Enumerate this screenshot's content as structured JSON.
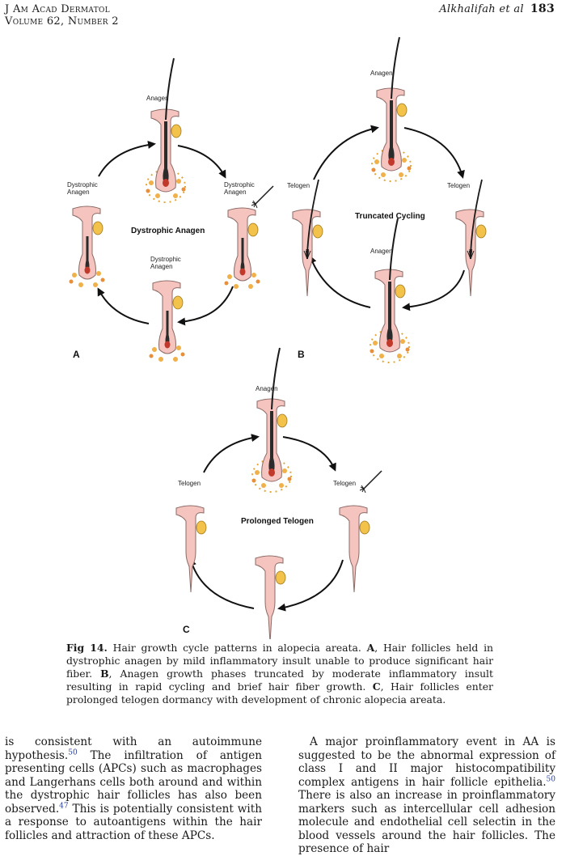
{
  "header": {
    "journal_line1": "J Am Acad Dermatol",
    "journal_line2": "Volume 62, Number 2",
    "authors": "Alkhalifah et al",
    "page": "183"
  },
  "figure": {
    "panel_a": {
      "letter": "A",
      "title": "Dystrophic Anagen",
      "labels": {
        "top": "Anagen",
        "right_1": "Dystrophic",
        "right_2": "Anagen",
        "left_1": "Dystrophic",
        "left_2": "Anagen",
        "bottom_1": "Dystrophic",
        "bottom_2": "Anagen"
      }
    },
    "panel_b": {
      "letter": "B",
      "title": "Truncated Cycling",
      "labels": {
        "top": "Anagen",
        "right": "Telogen",
        "left": "Telogen",
        "bottom": "Anagen"
      }
    },
    "panel_c": {
      "letter": "C",
      "title": "Prolonged Telogen",
      "labels": {
        "top": "Anagen",
        "right": "Telogen",
        "left": "Telogen"
      }
    }
  },
  "caption": {
    "label": "Fig 14.",
    "intro": " Hair growth cycle patterns in alopecia areata. ",
    "a_letter": "A",
    "a_text": ", Hair follicles held in dystrophic anagen by mild inflammatory insult unable to produce significant hair fiber. ",
    "b_letter": "B",
    "b_text": ", Anagen growth phases truncated by moderate inflammatory insult resulting in rapid cycling and brief hair fiber growth. ",
    "c_letter": "C",
    "c_text": ", Hair follicles enter prolonged telogen dormancy with development of chronic alopecia areata."
  },
  "body": {
    "left_p1": "is consistent with an autoimmune hypothesis.",
    "left_ref1": "50",
    "left_p2": " The infiltration of antigen presenting cells (APCs) such as macrophages and Langerhans cells both around and within the dystrophic hair follicles has also been observed.",
    "left_ref2": "47",
    "left_p3": " This is potentially consistent with a response to autoantigens within the hair follicles and attraction of these APCs.",
    "right_p1": "A major proinflammatory event in AA is suggested to be the abnormal expression of class I and II major histocompatibility complex antigens in hair follicle epithelia.",
    "right_ref1": "50",
    "right_p2": " There is also an increase in proinflammatory markers such as intercellular cell adhesion molecule and endothelial cell selectin in the blood vessels around the hair follicles. The presence of hair"
  },
  "colors": {
    "follicle": "#f5c4bf",
    "outline": "#8a6a66",
    "gland": "#f2c24a",
    "bulb": "#c0392b",
    "hair": "#222222"
  }
}
